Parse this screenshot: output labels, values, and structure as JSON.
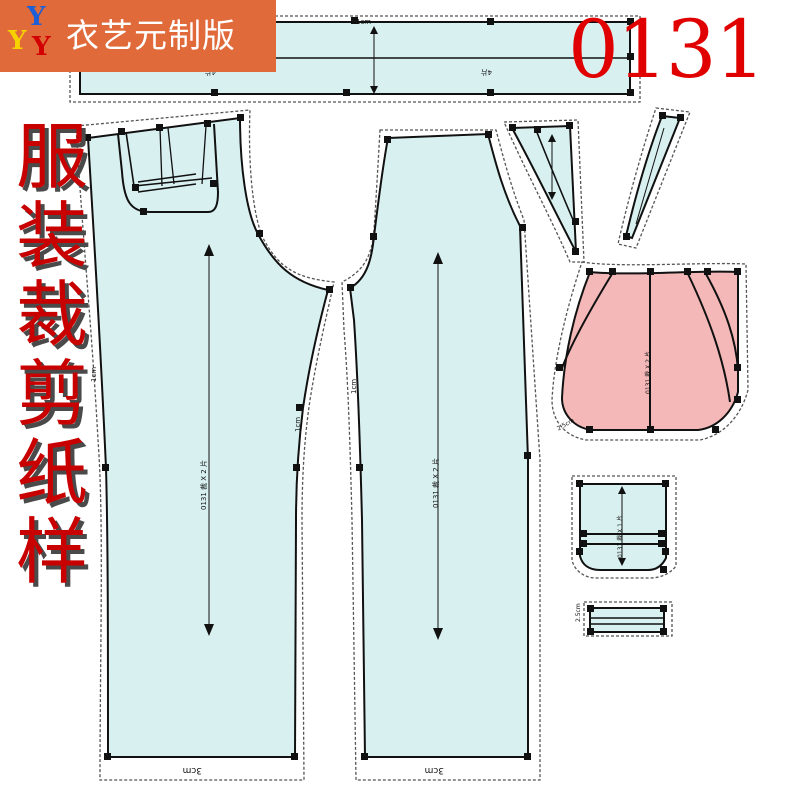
{
  "brand": {
    "logo_letters": [
      "Y",
      "Y",
      "Y"
    ],
    "name": "衣艺元制版",
    "badge_color": "#e06a3a"
  },
  "pattern_code": "0131",
  "vertical_title": [
    "服",
    "装",
    "裁",
    "剪",
    "纸",
    "样"
  ],
  "colors": {
    "piece_fill": "#d9f0f1",
    "pocket_fill": "#f4b8b8",
    "title_red": "#c80000",
    "code_red": "#e00000",
    "outline": "#111111"
  },
  "labels": {
    "hem_label": "3cm",
    "cut_note": "0131 裁 X 2 片",
    "cut_note_single": "0131 裁 X 1 片",
    "side_label": "1cm",
    "waist_label": "1cm",
    "pocket_label": "2.5cm",
    "tab_label": "2.5cm"
  }
}
